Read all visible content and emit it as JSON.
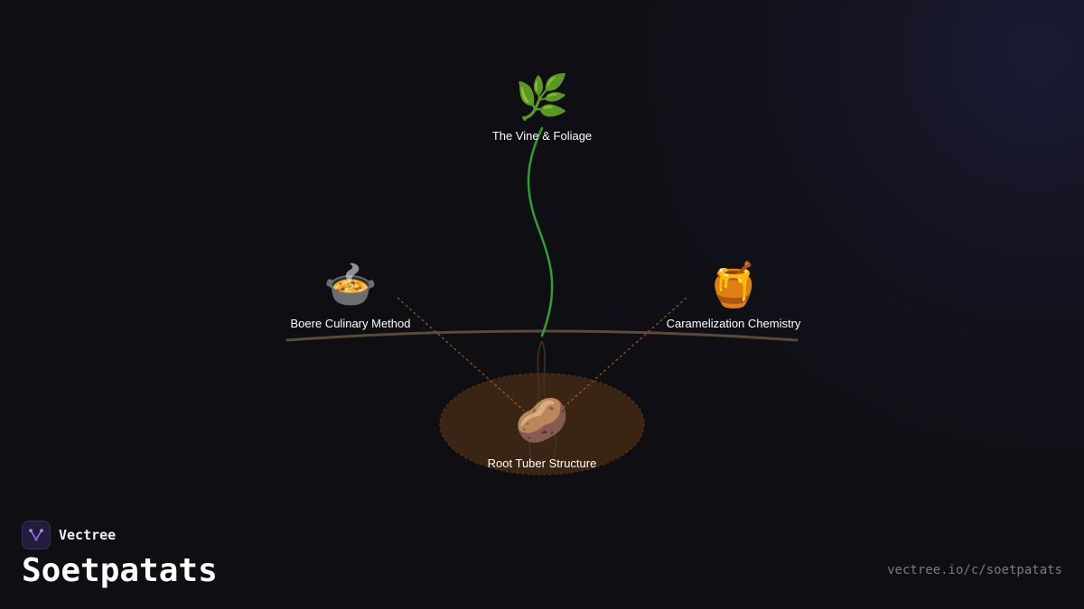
{
  "brand": {
    "name": "Vectree",
    "logo_icon": "vectree-logo-icon"
  },
  "page": {
    "title": "Soetpatats",
    "url": "vectree.io/c/soetpatats"
  },
  "diagram": {
    "nodes": [
      {
        "id": "vine",
        "label": "The Vine & Foliage",
        "icon": "herb-icon",
        "glyph": "🌿"
      },
      {
        "id": "boere",
        "label": "Boere Culinary Method",
        "icon": "stew-pot-icon",
        "glyph": "🍲"
      },
      {
        "id": "caramel",
        "label": "Caramelization Chemistry",
        "icon": "honey-pot-icon",
        "glyph": "🍯"
      },
      {
        "id": "root",
        "label": "Root Tuber Structure",
        "icon": "potato-icon",
        "glyph": "🥔"
      }
    ],
    "edges": [
      {
        "from": "root",
        "to": "vine"
      },
      {
        "from": "root",
        "to": "boere"
      },
      {
        "from": "root",
        "to": "caramel"
      }
    ],
    "colors": {
      "background": "#0f0e13",
      "stem": "#2ea02e",
      "ground": "#5a4a3a",
      "soil": "#3a2414",
      "dashed_link": "#b5642c",
      "root_strand": "#4a3020"
    }
  }
}
